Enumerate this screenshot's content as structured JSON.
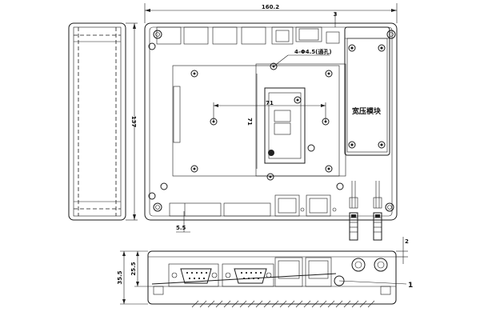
{
  "dimensions": {
    "width_top": "160.2",
    "side_height": "137",
    "height_small": "25.5",
    "height_total": "35.5",
    "hole_spec": "4-Φ4.5(通孔)",
    "inner_h": "71",
    "inner_v": "71",
    "offset_right": "3",
    "offset_bottom": "5.5",
    "side_gap": "2"
  },
  "labels": {
    "module": "宽压模块",
    "callout": "1"
  }
}
